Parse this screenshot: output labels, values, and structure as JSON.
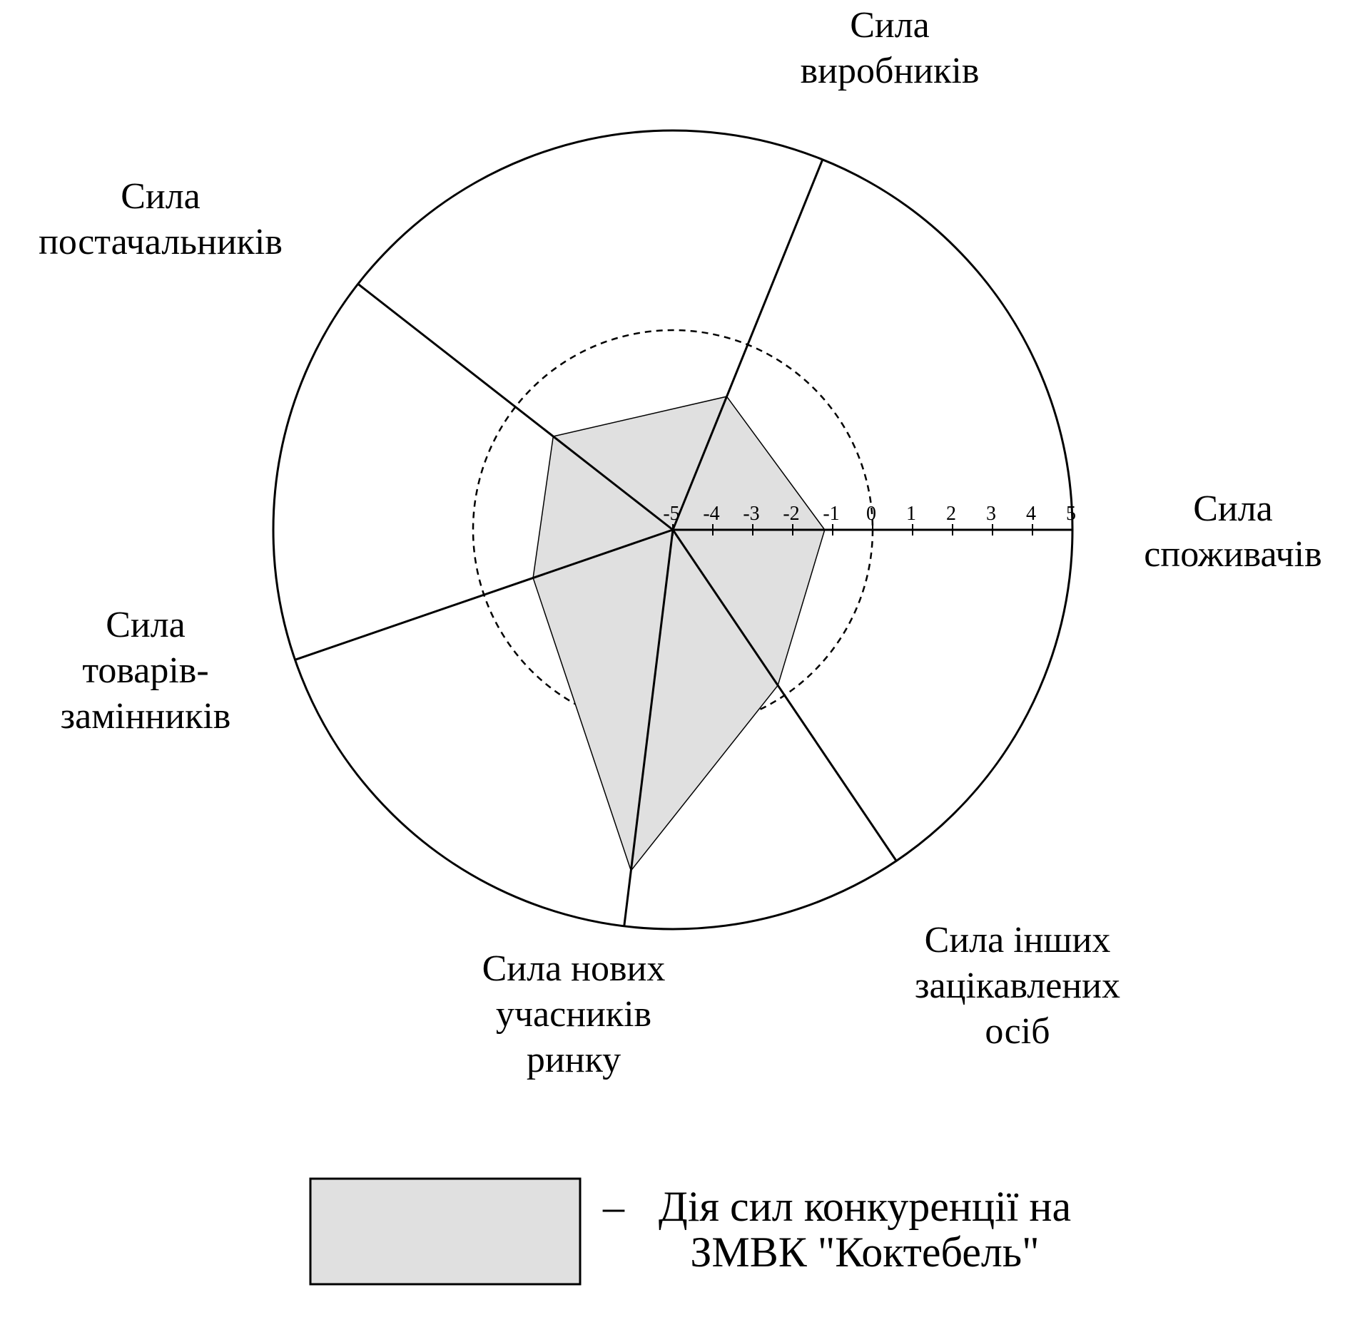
{
  "chart_data": {
    "type": "radar",
    "scale": {
      "min": -5,
      "max": 5,
      "ticks": [
        "-5",
        "-4",
        "-3",
        "-2",
        "-1",
        "0",
        "1",
        "2",
        "3",
        "4",
        "5"
      ]
    },
    "reference_circle_value": 0,
    "axes": [
      {
        "id": "consumers",
        "label_lines": [
          "Сила",
          "споживачів"
        ],
        "value": -1.2
      },
      {
        "id": "producers",
        "label_lines": [
          "Сила",
          "виробників"
        ],
        "value": -1.4
      },
      {
        "id": "suppliers",
        "label_lines": [
          "Сила",
          "постачальників"
        ],
        "value": -1.2
      },
      {
        "id": "substitutes",
        "label_lines": [
          "Сила",
          "товарів-",
          "замінників"
        ],
        "value": -1.3
      },
      {
        "id": "new_entrants",
        "label_lines": [
          "Сила нових",
          "учасників",
          "ринку"
        ],
        "value": 3.6
      },
      {
        "id": "other_stakeholders",
        "label_lines": [
          "Сила інших",
          "зацікавлених",
          "осіб"
        ],
        "value": -0.3
      }
    ],
    "series": [
      {
        "values": [
          -1.2,
          -1.4,
          -1.2,
          -1.3,
          3.6,
          -0.3
        ]
      }
    ],
    "legend": {
      "dash": "–",
      "lines": [
        "Дія сил конкуренції на",
        "ЗМВК \"Коктебель\""
      ]
    },
    "colors": {
      "fill": "#e0e0e0",
      "stroke": "#000000",
      "background": "#ffffff"
    }
  }
}
